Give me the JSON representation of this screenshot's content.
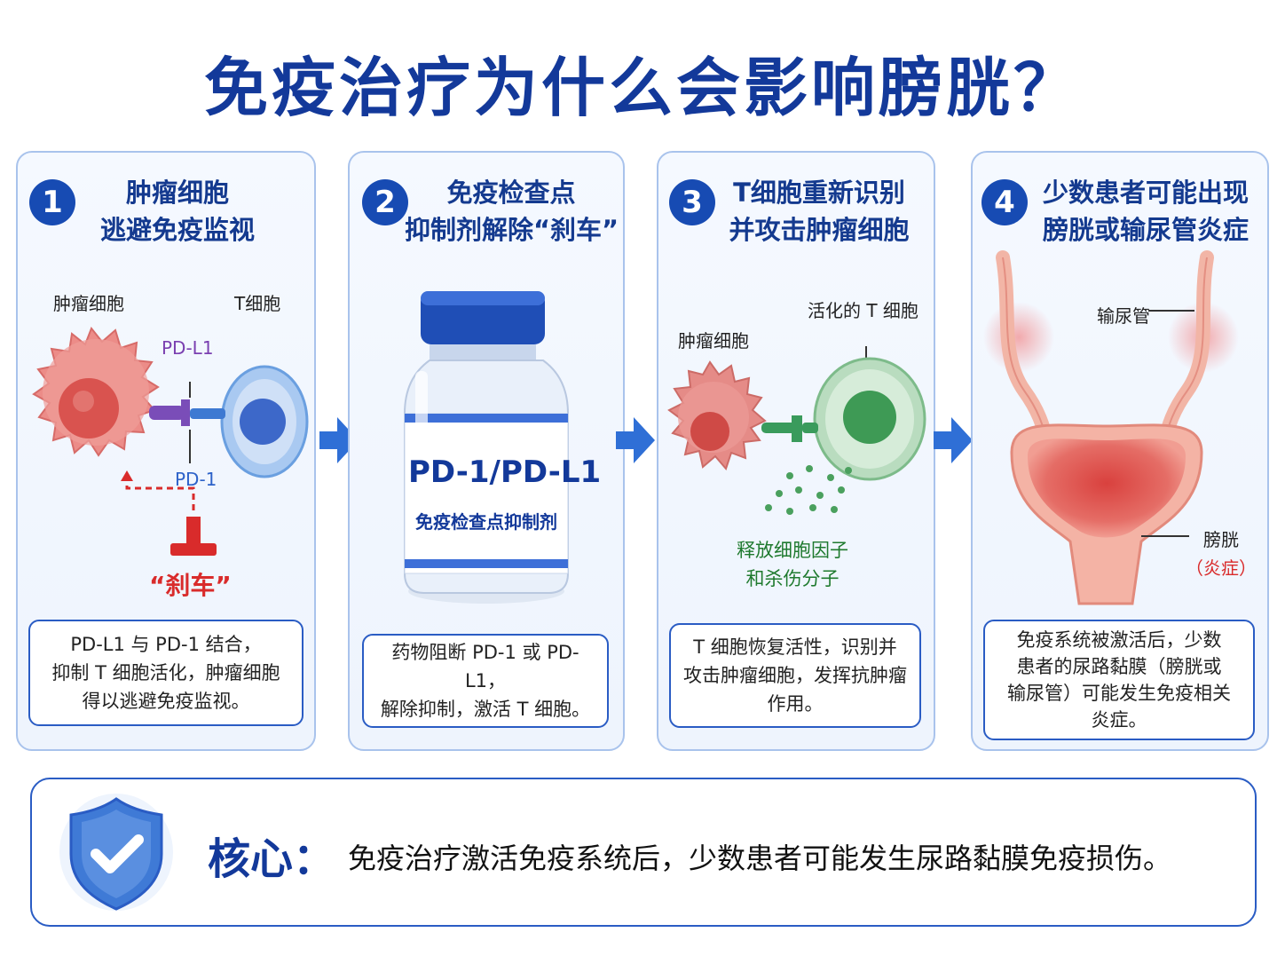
{
  "title": "免疫治疗为什么会影响膀胱？",
  "panels": [
    {
      "number": "1",
      "title_line1": "肿瘤细胞",
      "title_line2": "逃避免疫监视",
      "labels": {
        "tumor_cell": "肿瘤细胞",
        "t_cell": "T细胞",
        "pdl1": "PD-L1",
        "pd1": "PD-1",
        "brake": "“刹车”"
      },
      "desc_lines": [
        "PD-L1 与 PD-1 结合，",
        "抑制 T 细胞活化，肿瘤细胞",
        "得以逃避免疫监视。"
      ]
    },
    {
      "number": "2",
      "title_line1": "免疫检查点",
      "title_line2": "抑制剂解除“刹车”",
      "labels": {
        "bottle_main": "PD-1/PD-L1",
        "bottle_sub": "免疫检查点抑制剂"
      },
      "desc_lines": [
        "药物阻断 PD-1 或 PD-L1，",
        "解除抑制，激活 T 细胞。"
      ]
    },
    {
      "number": "3",
      "title_line1": "T细胞重新识别",
      "title_line2": "并攻击肿瘤细胞",
      "labels": {
        "active_t": "活化的 T 细胞",
        "tumor_cell": "肿瘤细胞",
        "release_line1": "释放细胞因子",
        "release_line2": "和杀伤分子"
      },
      "desc_lines": [
        "T 细胞恢复活性，识别并",
        "攻击肿瘤细胞，发挥抗肿瘤",
        "作用。"
      ]
    },
    {
      "number": "4",
      "title_line1": "少数患者可能出现",
      "title_line2": "膀胱或输尿管炎症",
      "labels": {
        "ureter": "输尿管",
        "bladder": "膀胱",
        "inflammation": "（炎症）"
      },
      "desc_lines": [
        "免疫系统被激活后，少数",
        "患者的尿路黏膜（膀胱或",
        "输尿管）可能发生免疫相关",
        "炎症。"
      ]
    }
  ],
  "summary": {
    "label": "核心：",
    "text": "免疫治疗激活免疫系统后，少数患者可能发生尿路黏膜免疫损伤。",
    "icon": "shield-check-icon"
  },
  "colors": {
    "primary": "#174bb3",
    "title": "#13399a",
    "pdl1": "#7a3fb0",
    "pd1": "#2d62c9",
    "brake": "#d92b2b",
    "release": "#1f7a2e"
  }
}
